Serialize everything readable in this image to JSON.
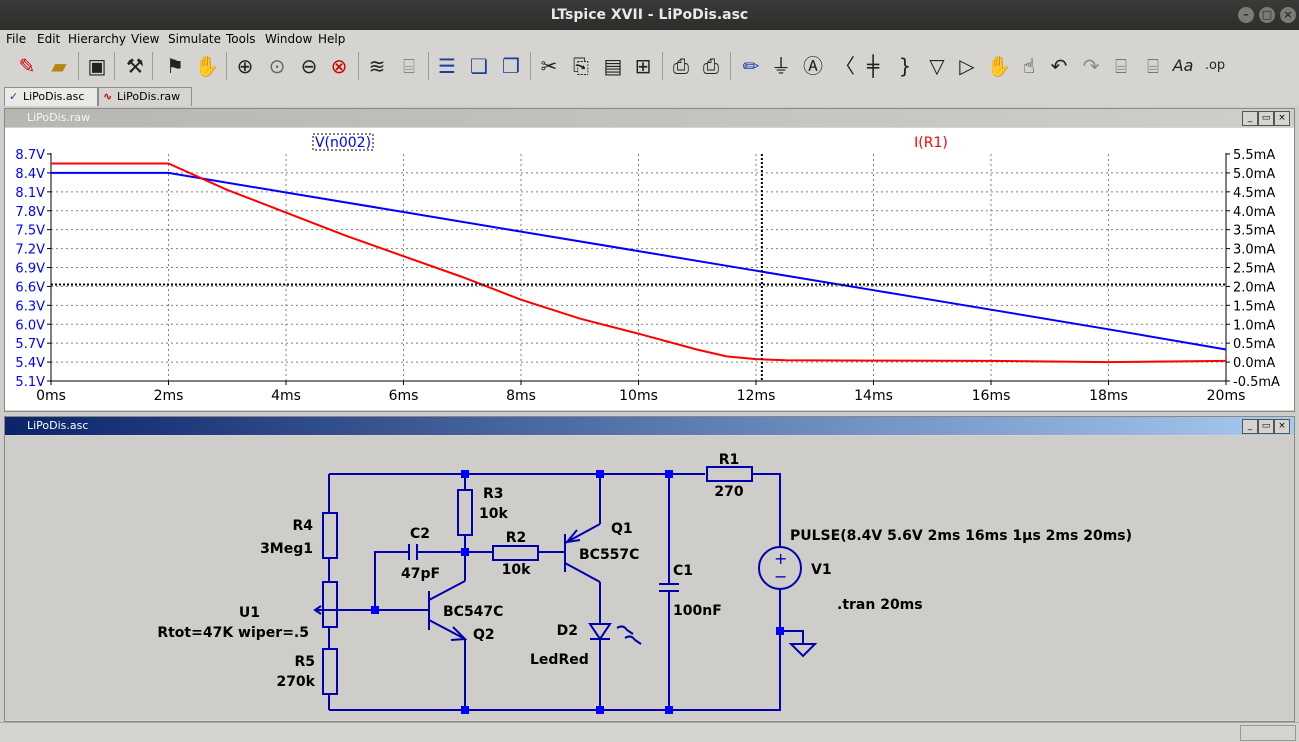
{
  "window": {
    "title": "LTspice XVII - LiPoDis.asc"
  },
  "menu": [
    "File",
    "Edit",
    "Hierarchy",
    "View",
    "Simulate",
    "Tools",
    "Window",
    "Help"
  ],
  "tabs": [
    {
      "label": "LiPoDis.asc",
      "icon": "schematic-icon"
    },
    {
      "label": "LiPoDis.raw",
      "icon": "waveform-icon"
    }
  ],
  "waveform_window": {
    "title": "LiPoDis.raw",
    "trace_left": "V(n002)",
    "trace_right": "I(R1)",
    "colors": {
      "v_trace": "#0000ff",
      "i_trace": "#ff0000",
      "v_axis": "#0000ff",
      "i_axis": "#ff0000"
    }
  },
  "schematic_window": {
    "title": "LiPoDis.asc",
    "labels": {
      "r1": "R1",
      "r1_val": "270",
      "r3": "R3",
      "r3_val": "10k",
      "r2": "R2",
      "r2_val": "10k",
      "r4": "R4",
      "r4_val": "3Meg1",
      "r5": "R5",
      "r5_val": "270k",
      "c2": "C2",
      "c2_val": "47pF",
      "c1": "C1",
      "c1_val": "100nF",
      "q1": "Q1",
      "q1_model": "BC557C",
      "q2": "Q2",
      "q2_model": "BC547C",
      "d2": "D2",
      "d2_model": "LedRed",
      "u1": "U1",
      "u1_param": "Rtot=47K wiper=.5",
      "v1": "V1",
      "v1_source": "PULSE(8.4V 5.6V 2ms 16ms 1µs 2ms 20ms)",
      "tran": ".tran 20ms"
    }
  },
  "chart_data": {
    "type": "line",
    "xlabel": "",
    "x_ticks": [
      "0ms",
      "2ms",
      "4ms",
      "6ms",
      "8ms",
      "10ms",
      "12ms",
      "14ms",
      "16ms",
      "18ms",
      "20ms"
    ],
    "xlim": [
      0,
      20
    ],
    "ylim_left": [
      5.1,
      8.7
    ],
    "y_ticks_left": [
      "8.7V",
      "8.4V",
      "8.1V",
      "7.8V",
      "7.5V",
      "7.2V",
      "6.9V",
      "6.6V",
      "6.3V",
      "6.0V",
      "5.7V",
      "5.4V",
      "5.1V"
    ],
    "ylim_right": [
      -0.5,
      5.5
    ],
    "y_ticks_right": [
      "5.5mA",
      "5.0mA",
      "4.5mA",
      "4.0mA",
      "3.5mA",
      "3.0mA",
      "2.5mA",
      "2.0mA",
      "1.5mA",
      "1.0mA",
      "0.5mA",
      "0.0mA",
      "-0.5mA"
    ],
    "grid": true,
    "cursor": {
      "x": 12.1,
      "y": 6.63
    },
    "series": [
      {
        "name": "V(n002)",
        "axis": "left",
        "x": [
          0,
          2,
          4,
          6,
          8,
          10,
          12,
          14,
          16,
          18,
          20
        ],
        "y": [
          8.4,
          8.4,
          8.09,
          7.78,
          7.47,
          7.16,
          6.85,
          6.54,
          6.23,
          5.92,
          5.6
        ]
      },
      {
        "name": "I(R1)",
        "axis": "right",
        "x": [
          0,
          2,
          3,
          4,
          5,
          6,
          7,
          8,
          9,
          10,
          11,
          11.5,
          12,
          12.5,
          14,
          16,
          18,
          20
        ],
        "y": [
          5.25,
          5.25,
          4.55,
          3.95,
          3.35,
          2.8,
          2.25,
          1.65,
          1.15,
          0.75,
          0.33,
          0.15,
          0.08,
          0.05,
          0.04,
          0.03,
          0.0,
          0.03
        ]
      }
    ]
  }
}
